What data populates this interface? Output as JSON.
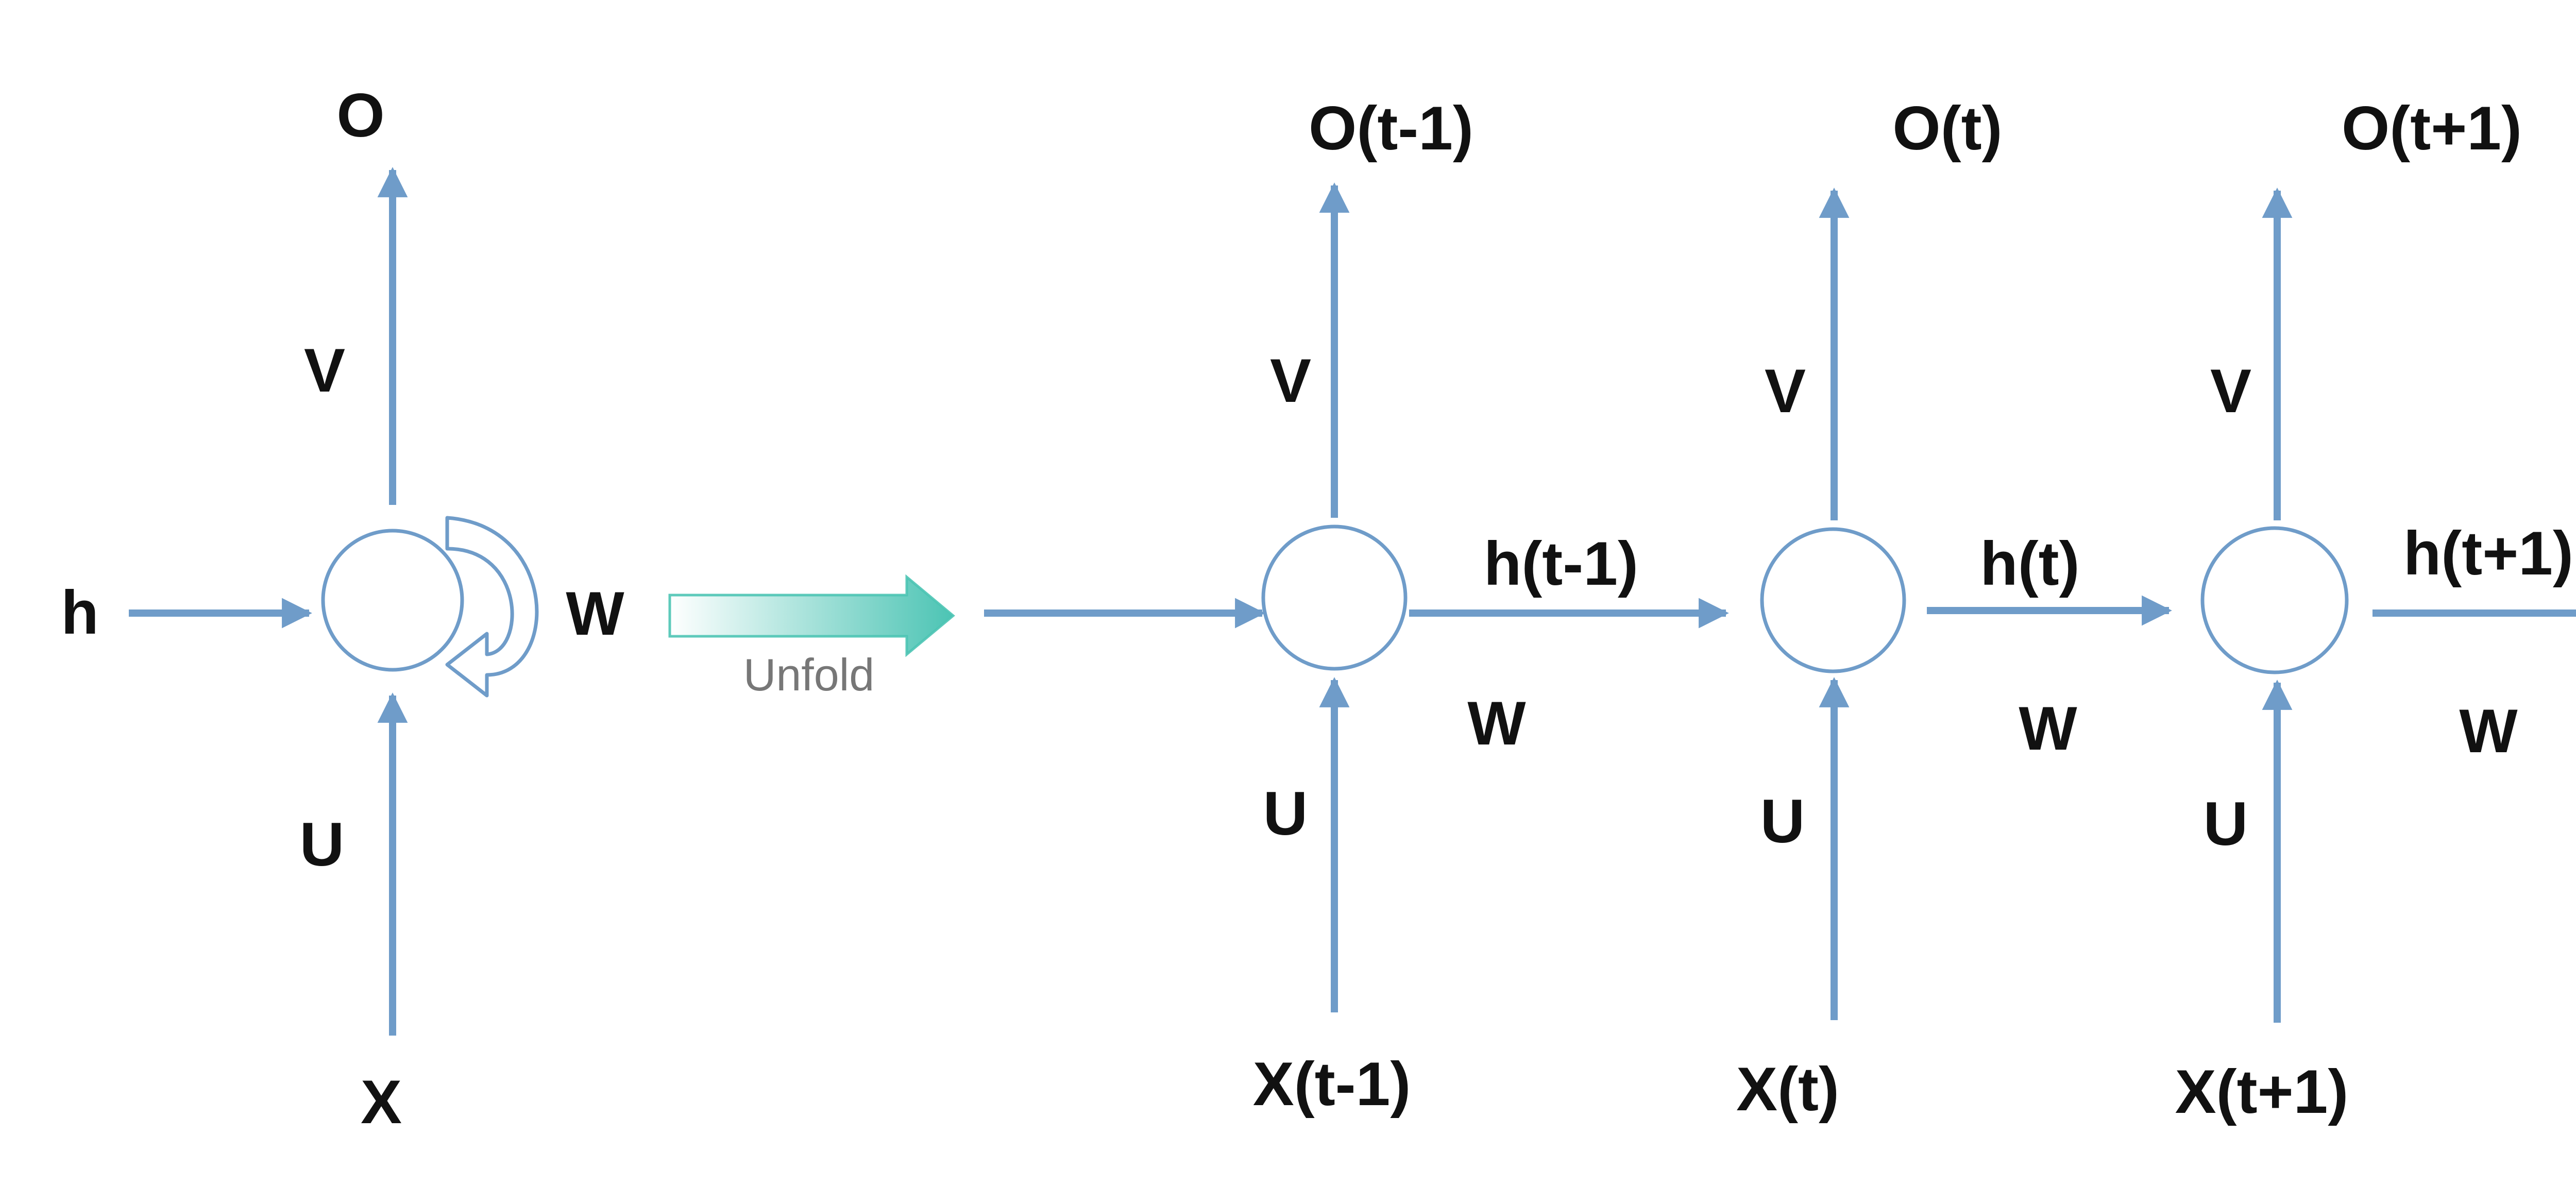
{
  "colors": {
    "edge": "#6f9cc9",
    "unfold_arrow": "#4cc4b4",
    "text": "#111111",
    "unfold_text": "#777777"
  },
  "folded": {
    "input": "X",
    "output": "O",
    "hidden": "h",
    "in_weight": "U",
    "out_weight": "V",
    "rec_weight": "W"
  },
  "unfold_label": "Unfold",
  "steps": [
    {
      "input": "X(t-1)",
      "output": "O(t-1)",
      "hidden": "h(t-1)",
      "in_weight": "U",
      "out_weight": "V",
      "rec_weight": "W"
    },
    {
      "input": "X(t)",
      "output": "O(t)",
      "hidden": "h(t)",
      "in_weight": "U",
      "out_weight": "V",
      "rec_weight": "W"
    },
    {
      "input": "X(t+1)",
      "output": "O(t+1)",
      "hidden": "h(t+1)",
      "in_weight": "U",
      "out_weight": "V",
      "rec_weight": "W"
    }
  ]
}
